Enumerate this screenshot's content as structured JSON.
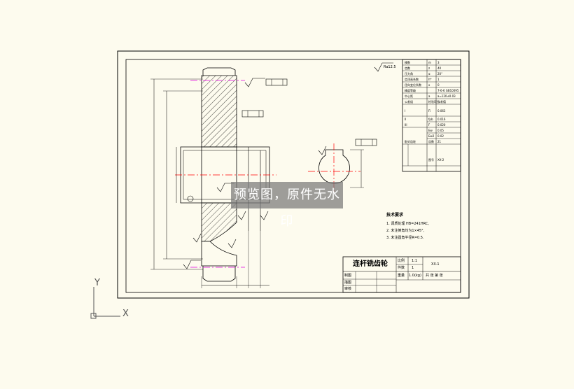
{
  "watermark": {
    "text": "预览图，原件无水印"
  },
  "title_block": {
    "part_name": "连杆铣齿轮",
    "labels": [
      "比例",
      "件数",
      "重量"
    ],
    "values": [
      "1:1",
      "1",
      "1.0(kg)"
    ],
    "drawing_no": "XX-1",
    "roles": [
      "制图",
      "描图",
      "审核"
    ],
    "footer": "共  张  第  张"
  },
  "tech_requirements": {
    "title": "技术要求",
    "lines": [
      "1. 调质处理 HB=241HRC,",
      "2. 未注倒角均为1×45°,",
      "3. 未注圆角半径R=0.5."
    ]
  },
  "param_table": {
    "rows": [
      [
        "模数",
        "m",
        "3"
      ],
      [
        "齿数",
        "z",
        "40"
      ],
      [
        "压力角",
        "α",
        "20°"
      ],
      [
        "齿顶高系数",
        "h*",
        "1"
      ],
      [
        "径向变位系数",
        "x",
        "0"
      ],
      [
        "精度等级",
        "",
        "7-6-6 GB10095"
      ],
      [
        "中心距",
        "a",
        "a=120±0.03"
      ],
      [
        "公差组",
        "检验项目",
        "公差值"
      ],
      [
        "I",
        "Fi",
        "0.063"
      ],
      [
        "II",
        "fpb",
        "0.016"
      ],
      [
        "III",
        "F",
        "0.020"
      ],
      [
        "",
        "Ew",
        "0.05"
      ],
      [
        "",
        "Ew2",
        "0.02"
      ],
      [
        "配对齿轮",
        "齿数",
        "21"
      ],
      [
        "",
        "图号",
        "XX-2"
      ]
    ]
  },
  "annotations": {
    "roughness_general": "Ra12.5",
    "ucs_y": "Y",
    "ucs_x": "X"
  },
  "colors": {
    "background": "#fdfbee",
    "line": "#000000",
    "centerline": "#ff0000",
    "pitchline": "#e000e0"
  }
}
